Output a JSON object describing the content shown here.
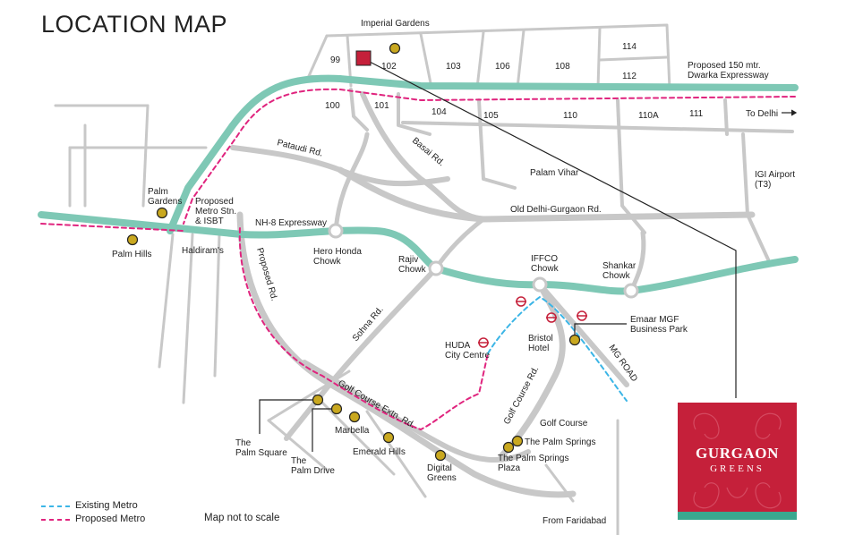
{
  "title": "LOCATION MAP",
  "colors": {
    "road": "#c8c8c8",
    "expressway": "#7ec8b5",
    "metro_existing": "#3bb5e6",
    "metro_proposed": "#e0247e",
    "marker": "#c9a81f",
    "project_marker": "#c5203a",
    "brand": "#c5203a",
    "brand_band": "#3aa88f"
  },
  "sectors": [
    "99",
    "102",
    "103",
    "106",
    "108",
    "114",
    "112",
    "100",
    "101",
    "104",
    "105",
    "110",
    "110A",
    "111"
  ],
  "roads": {
    "dwarka_expressway": "Proposed 150 mtr.\nDwarka Expressway",
    "to_delhi": "To Delhi",
    "pataudi": "Pataudi Rd.",
    "basai": "Basai Rd.",
    "old_delhi_gurgaon": "Old Delhi-Gurgaon Rd.",
    "nh8": "NH-8 Expressway",
    "proposed_rd": "Proposed Rd.",
    "sohna": "Sohna Rd.",
    "golf_course_extn": "Golf Course Extn. Rd.",
    "golf_course": "Golf Course Rd.",
    "mg_road": "MG ROAD",
    "from_faridabad": "From Faridabad"
  },
  "places": {
    "imperial_gardens": "Imperial Gardens",
    "palam_vihar": "Palam Vihar",
    "igi_airport": "IGI Airport\n(T3)",
    "palm_gardens": "Palm\nGardens",
    "palm_hills": "Palm Hills",
    "proposed_metro_stn": "Proposed\nMetro Stn.\n& ISBT",
    "haldirams": "Haldiram's",
    "hero_honda_chowk": "Hero Honda\nChowk",
    "rajiv_chowk": "Rajiv\nChowk",
    "iffco_chowk": "IFFCO\nChowk",
    "shankar_chowk": "Shankar\nChowk",
    "emaar_mgf": "Emaar MGF\nBusiness Park",
    "bristol_hotel": "Bristol\nHotel",
    "huda_city_centre": "HUDA\nCity Centre",
    "golf_course": "Golf Course",
    "the_palm_springs": "The Palm Springs",
    "the_palm_springs_plaza": "The Palm Springs\nPlaza",
    "the_palm_square": "The\nPalm Square",
    "the_palm_drive": "The\nPalm Drive",
    "marbella": "Marbella",
    "emerald_hills": "Emerald Hills",
    "digital_greens": "Digital\nGreens"
  },
  "legend": {
    "existing_metro": "Existing Metro",
    "proposed_metro": "Proposed Metro"
  },
  "scale_note": "Map not to scale",
  "logo": {
    "line1": "GURGAON",
    "line2": "GREENS"
  }
}
